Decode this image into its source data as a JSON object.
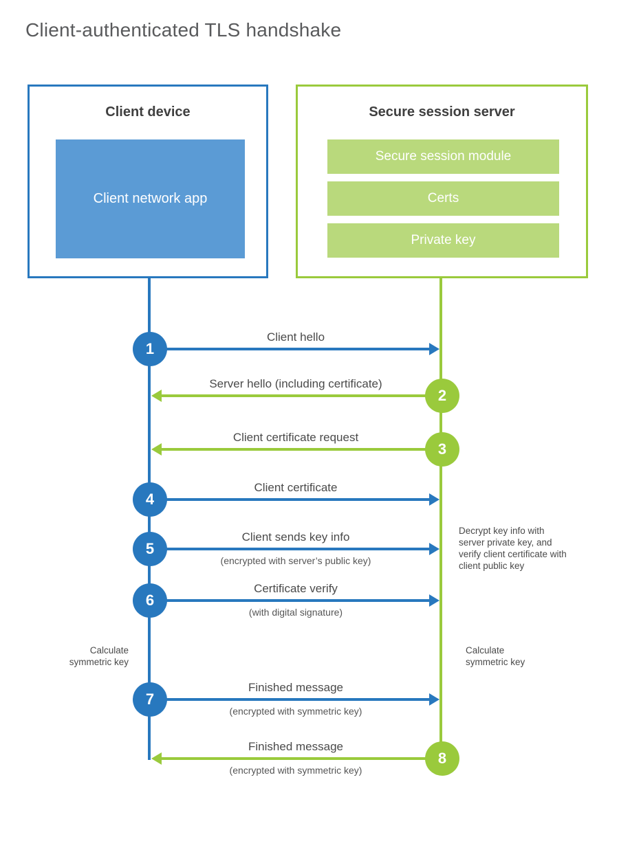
{
  "title": "Client-authenticated TLS handshake",
  "colors": {
    "blue": "#2878be",
    "blue_light": "#5b9bd5",
    "green": "#9aca3c",
    "green_light": "#b9d97c"
  },
  "client_box": {
    "title": "Client device",
    "module": "Client network app"
  },
  "server_box": {
    "title": "Secure session server",
    "modules": [
      "Secure session module",
      "Certs",
      "Private key"
    ]
  },
  "messages": [
    {
      "num": "1",
      "label": "Client hello",
      "direction": "client-to-server",
      "color": "blue"
    },
    {
      "num": "2",
      "label": "Server hello (including certificate)",
      "direction": "server-to-client",
      "color": "green"
    },
    {
      "num": "3",
      "label": "Client certificate request",
      "direction": "server-to-client",
      "color": "green"
    },
    {
      "num": "4",
      "label": "Client certificate",
      "direction": "client-to-server",
      "color": "blue"
    },
    {
      "num": "5",
      "label": "Client sends key info",
      "sub": "(encrypted with server’s public key)",
      "direction": "client-to-server",
      "color": "blue"
    },
    {
      "num": "6",
      "label": "Certificate verify",
      "sub": "(with digital signature)",
      "direction": "client-to-server",
      "color": "blue"
    },
    {
      "num": "7",
      "label": "Finished message",
      "sub": "(encrypted with symmetric key)",
      "direction": "client-to-server",
      "color": "blue"
    },
    {
      "num": "8",
      "label": "Finished message",
      "sub": "(encrypted with symmetric key)",
      "direction": "server-to-client",
      "color": "green"
    }
  ],
  "annotations": {
    "decrypt_note": "Decrypt key info with server private key, and verify client certificate with client public key",
    "calc_left": "Calculate symmetric key",
    "calc_right": "Calculate symmetric key"
  }
}
